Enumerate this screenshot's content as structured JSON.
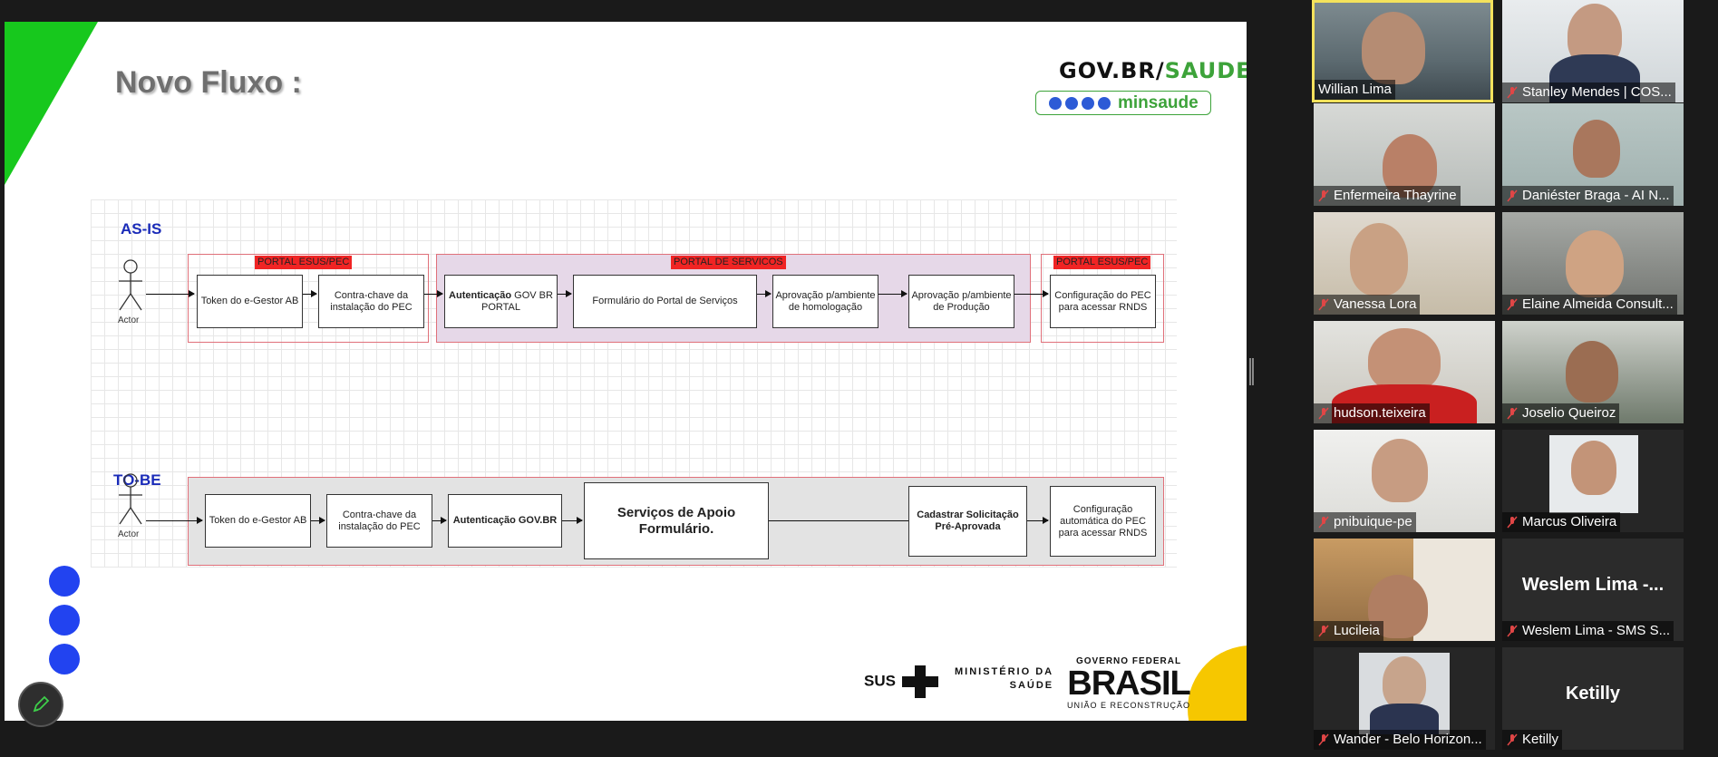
{
  "slide": {
    "title": "Novo Fluxo :",
    "brand_gov": "GOV.BR/",
    "brand_saude": "SAUDE",
    "social_handle": "minsaude",
    "logo_sus": "SUS",
    "logo_ministerio_1": "MINISTÉRIO DA",
    "logo_ministerio_2": "SAÚDE",
    "logo_gov_1": "GOVERNO FEDERAL",
    "logo_gov_2": "BRASIL",
    "logo_gov_3": "UNIÃO E RECONSTRUÇÃO"
  },
  "diagram": {
    "asis": {
      "label": "AS-IS",
      "actor": "Actor",
      "lanes": [
        "PORTAL ESUS/PEC",
        "PORTAL DE SERVICOS",
        "PORTAL ESUS/PEC"
      ],
      "boxes": [
        "Token do e-Gestor AB",
        "Contra-chave da instalação do PEC",
        "Formulário do Portal de Serviços",
        "Aprovação p/ambiente de homologação",
        "Aprovação p/ambiente de Produção",
        "Configuração do PEC para acessar RNDS"
      ],
      "auth_bold": "Autenticação",
      "auth_rest": " GOV BR PORTAL"
    },
    "tobe": {
      "label": "TO-BE",
      "actor": "Actor",
      "boxes": [
        "Token do e-Gestor AB",
        "Contra-chave da instalação do PEC",
        "Autenticação GOV.BR",
        "Serviços de Apoio Formulário.",
        "Cadastrar Solicitação Pré-Aprovada",
        "Configuração automática do PEC para acessar RNDS"
      ]
    }
  },
  "participants": [
    {
      "name": "Willian Lima",
      "muted": false,
      "active": true
    },
    {
      "name": "Stanley Mendes | COS...",
      "muted": true
    },
    {
      "name": "Enfermeira Thayrine",
      "muted": true
    },
    {
      "name": "Daniéster Braga - AI N...",
      "muted": true
    },
    {
      "name": "Vanessa Lora",
      "muted": true
    },
    {
      "name": "Elaine Almeida Consult...",
      "muted": true
    },
    {
      "name": "hudson.teixeira",
      "muted": true
    },
    {
      "name": "Joselio Queiroz",
      "muted": true
    },
    {
      "name": "pnibuique-pe",
      "muted": true
    },
    {
      "name": "Marcus Oliveira",
      "muted": true
    },
    {
      "name": "Lucileia",
      "muted": true
    },
    {
      "name": "Weslem Lima - SMS S...",
      "muted": true,
      "video_off_label": "Weslem  Lima  -..."
    },
    {
      "name": "Wander - Belo Horizon...",
      "muted": true
    },
    {
      "name": "Ketilly",
      "muted": true,
      "video_off_label": "Ketilly"
    }
  ],
  "colors": {
    "accent_green": "#17c81d",
    "diagram_blue": "#1a2bb8",
    "lane_red": "#f02424",
    "active_speaker": "#f4e25c"
  }
}
